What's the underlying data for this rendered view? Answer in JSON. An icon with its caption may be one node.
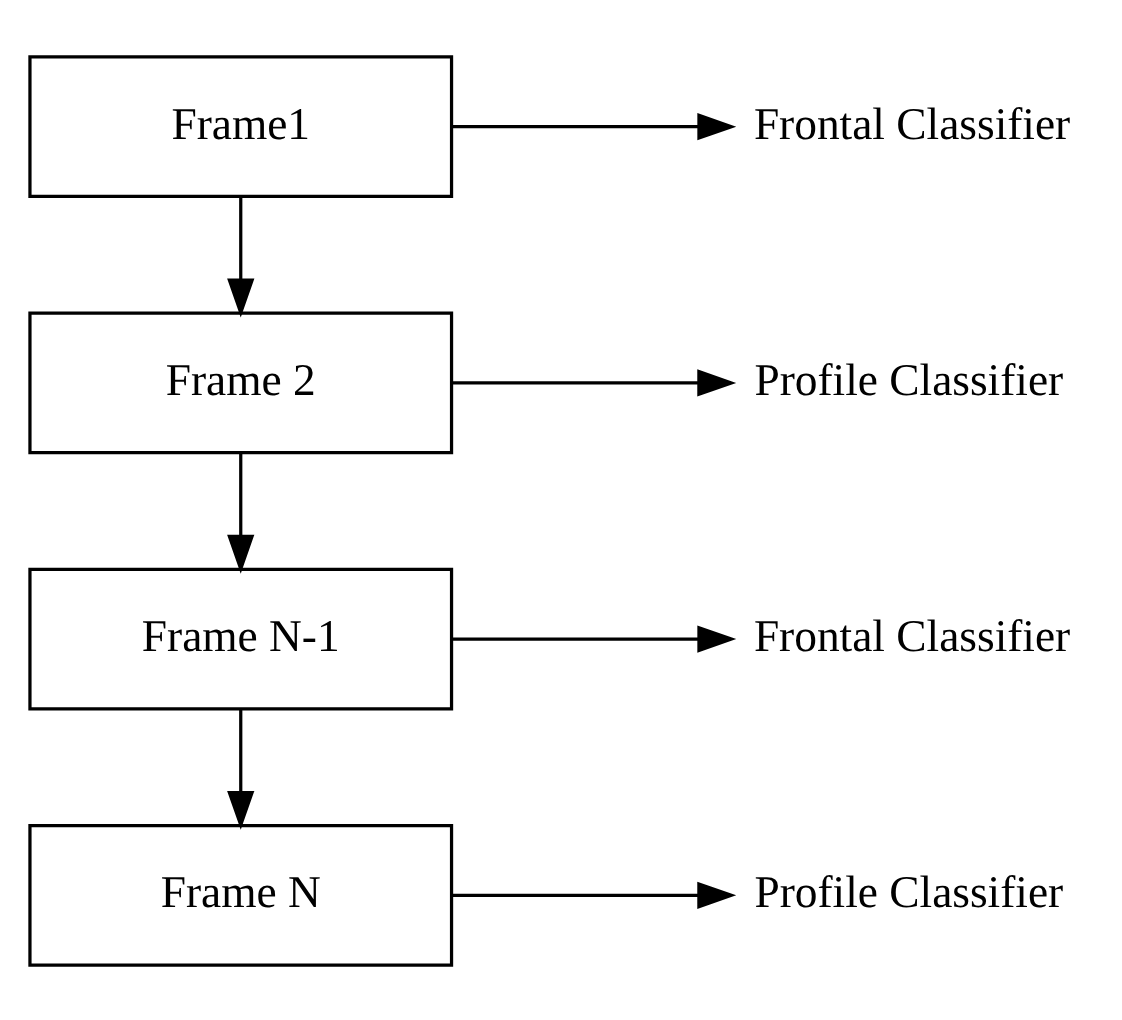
{
  "diagram": {
    "nodes": [
      {
        "text": [
          "Frame1"
        ]
      },
      {
        "text": [
          "Frontal Classifier"
        ]
      },
      {
        "text": [
          "Frame 2"
        ]
      },
      {
        "text": [
          "Profile Classifier"
        ]
      },
      {
        "text": [
          "Frame N-1"
        ]
      },
      {
        "text": [
          "Frontal Classifier"
        ]
      },
      {
        "text": [
          "Frame N"
        ]
      },
      {
        "text": [
          "Profile Classifier"
        ]
      }
    ],
    "edges": [
      {
        "from": 0,
        "to": 1,
        "arrow": "to"
      },
      {
        "from": 0,
        "to": 2,
        "arrow": "to"
      },
      {
        "from": 2,
        "to": 3,
        "arrow": "to"
      },
      {
        "from": 2,
        "to": 4,
        "arrow": "to"
      },
      {
        "from": 4,
        "to": 5,
        "arrow": "to"
      },
      {
        "from": 4,
        "to": 6,
        "arrow": "to"
      },
      {
        "from": 6,
        "to": 7,
        "arrow": "to"
      }
    ]
  }
}
